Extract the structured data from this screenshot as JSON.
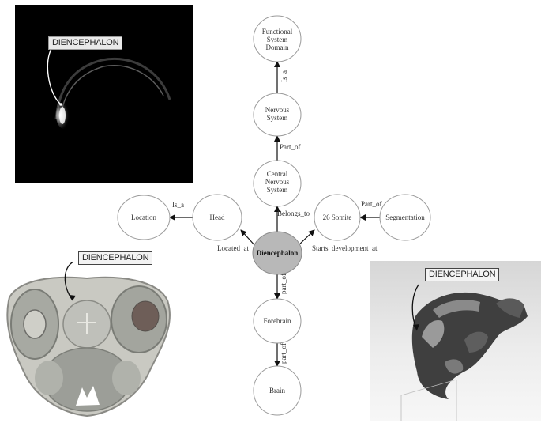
{
  "callouts": {
    "fluoro": "DIENCEPHALON",
    "histology": "DIENCEPHALON",
    "model_3d": "DIENCEPHALON"
  },
  "nodes": {
    "functional_system_domain": [
      "Functional",
      "System",
      "Domain"
    ],
    "nervous_system": [
      "Nervous",
      "System"
    ],
    "central_nervous_system": [
      "Central",
      "Nervous",
      "System"
    ],
    "location": [
      "Location"
    ],
    "head": [
      "Head"
    ],
    "somite_26": [
      "26 Somite"
    ],
    "segmentation": [
      "Segmentation"
    ],
    "diencephalon": [
      "Diencephalon"
    ],
    "forebrain": [
      "Forebrain"
    ],
    "brain": [
      "Brain"
    ]
  },
  "edges": {
    "nervous_to_functional": "Is_a",
    "cns_to_nervous": "Part_of",
    "head_to_location": "Is_a",
    "segmentation_to_somite": "Part_of",
    "diencephalon_to_cns": "Belongs_to",
    "diencephalon_to_head": "Located_at",
    "diencephalon_to_somite": "Starts_development_at",
    "diencephalon_to_forebrain": "part_of",
    "forebrain_to_brain": "part_of"
  },
  "colors": {
    "node_fill": "#ffffff",
    "node_stroke": "#9a9a9a",
    "focus_fill": "#b8b8b8",
    "edge": "#111111",
    "callout_bg": "#f3f3f3"
  }
}
